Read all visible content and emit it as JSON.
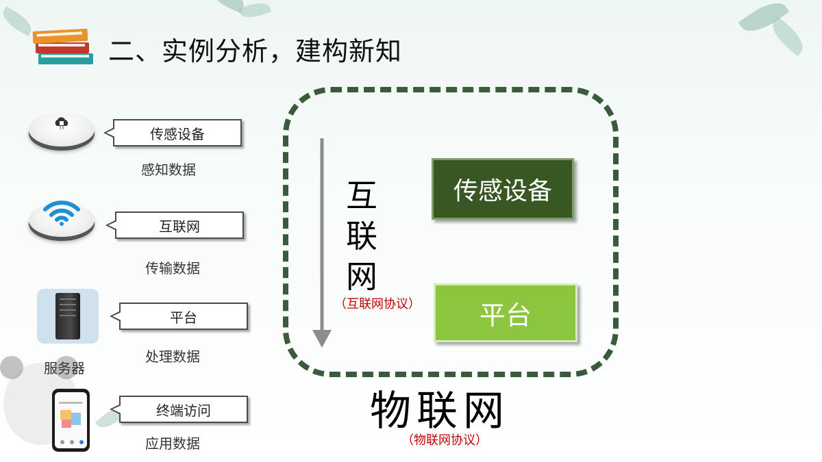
{
  "title": "二、实例分析，建构新知",
  "devices": [
    {
      "callout": "传感设备",
      "caption": "感知数据"
    },
    {
      "callout": "互联网",
      "caption": "传输数据"
    },
    {
      "callout": "平台",
      "caption": "处理数据",
      "device_label": "服务器"
    },
    {
      "callout": "终端访问",
      "caption": "应用数据"
    }
  ],
  "diagram": {
    "internet_chars": [
      "互",
      "联",
      "网"
    ],
    "internet_protocol": "（互联网协议）",
    "sensor_box": "传感设备",
    "platform_box": "平台",
    "iot_label": "物联网",
    "iot_protocol": "（物联网协议）"
  },
  "colors": {
    "dashed_border": "#3b5a3c",
    "sensor_box": "#385723",
    "platform_box": "#8cc63f",
    "protocol_text": "#c00000"
  },
  "icons": [
    "books-icon",
    "cloud-chip-icon",
    "wifi-icon",
    "server-icon",
    "phone-icon",
    "arrow-down-icon",
    "panda-icon",
    "leaf-icon"
  ]
}
